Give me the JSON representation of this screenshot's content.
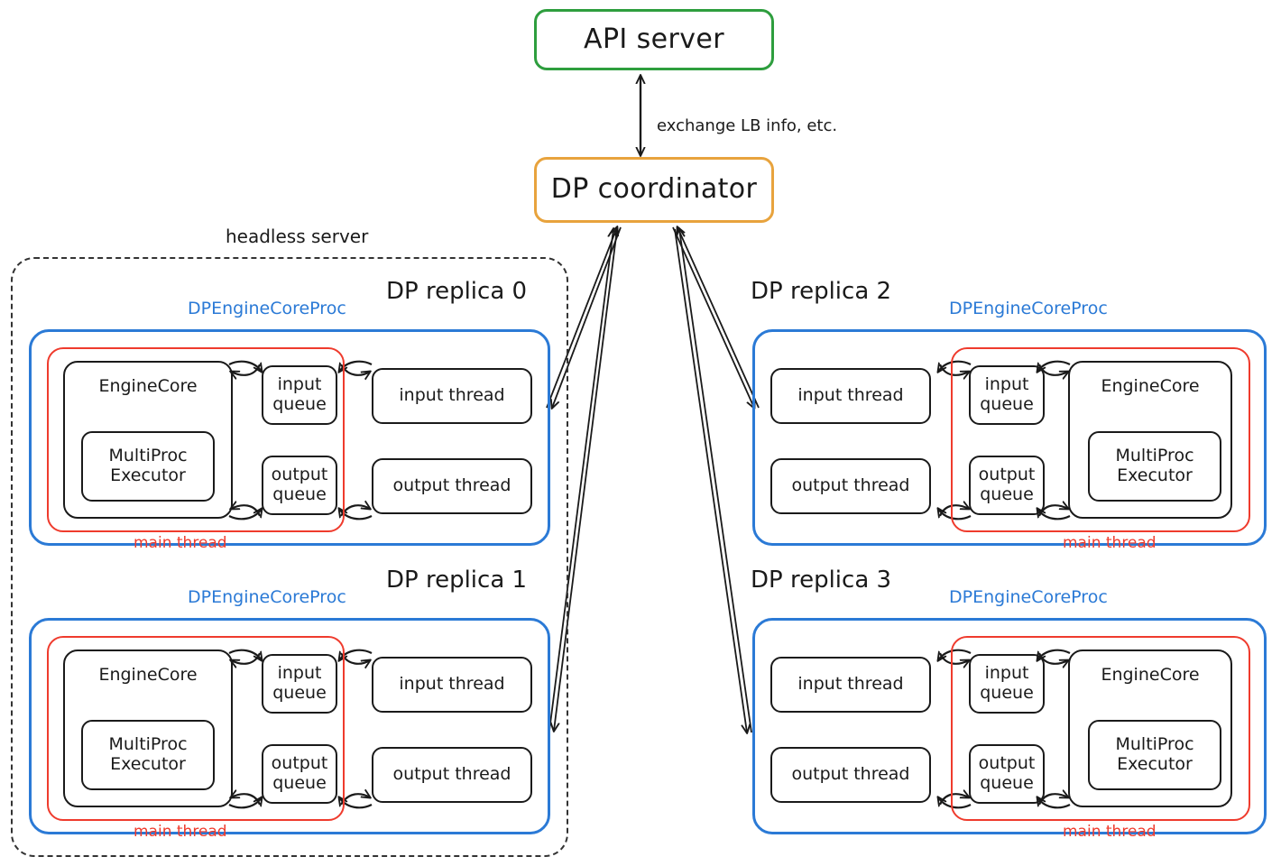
{
  "diagram": {
    "title_api_server": "API server",
    "title_dp_coordinator": "DP coordinator",
    "edge_label_coordinator_api": "exchange LB info, etc.",
    "headless_server_label": "headless server",
    "proc_label": "DPEngineCoreProc",
    "main_thread_label": "main thread",
    "engine_core_label": "EngineCore",
    "multiproc_executor_label": "MultiProc\nExecutor",
    "multiproc_executor_line1": "MultiProc",
    "multiproc_executor_line2": "Executor",
    "input_queue_line1": "input",
    "input_queue_line2": "queue",
    "output_queue_line1": "output",
    "output_queue_line2": "queue",
    "input_thread_label": "input thread",
    "output_thread_label": "output thread",
    "replicas": [
      {
        "id": 0,
        "label": "DP replica 0",
        "side": "left",
        "inside_headless": true
      },
      {
        "id": 1,
        "label": "DP replica 1",
        "side": "left",
        "inside_headless": true
      },
      {
        "id": 2,
        "label": "DP replica 2",
        "side": "right",
        "inside_headless": false
      },
      {
        "id": 3,
        "label": "DP replica 3",
        "side": "right",
        "inside_headless": false
      }
    ],
    "colors": {
      "api_server_border": "#2e9e3e",
      "dp_coordinator_border": "#e8a33d",
      "proc_border": "#2b7ad6",
      "main_thread_border": "#ef3b2d",
      "box_border": "#1a1a1a",
      "headless_border": "#333333",
      "background": "#ffffff"
    }
  }
}
